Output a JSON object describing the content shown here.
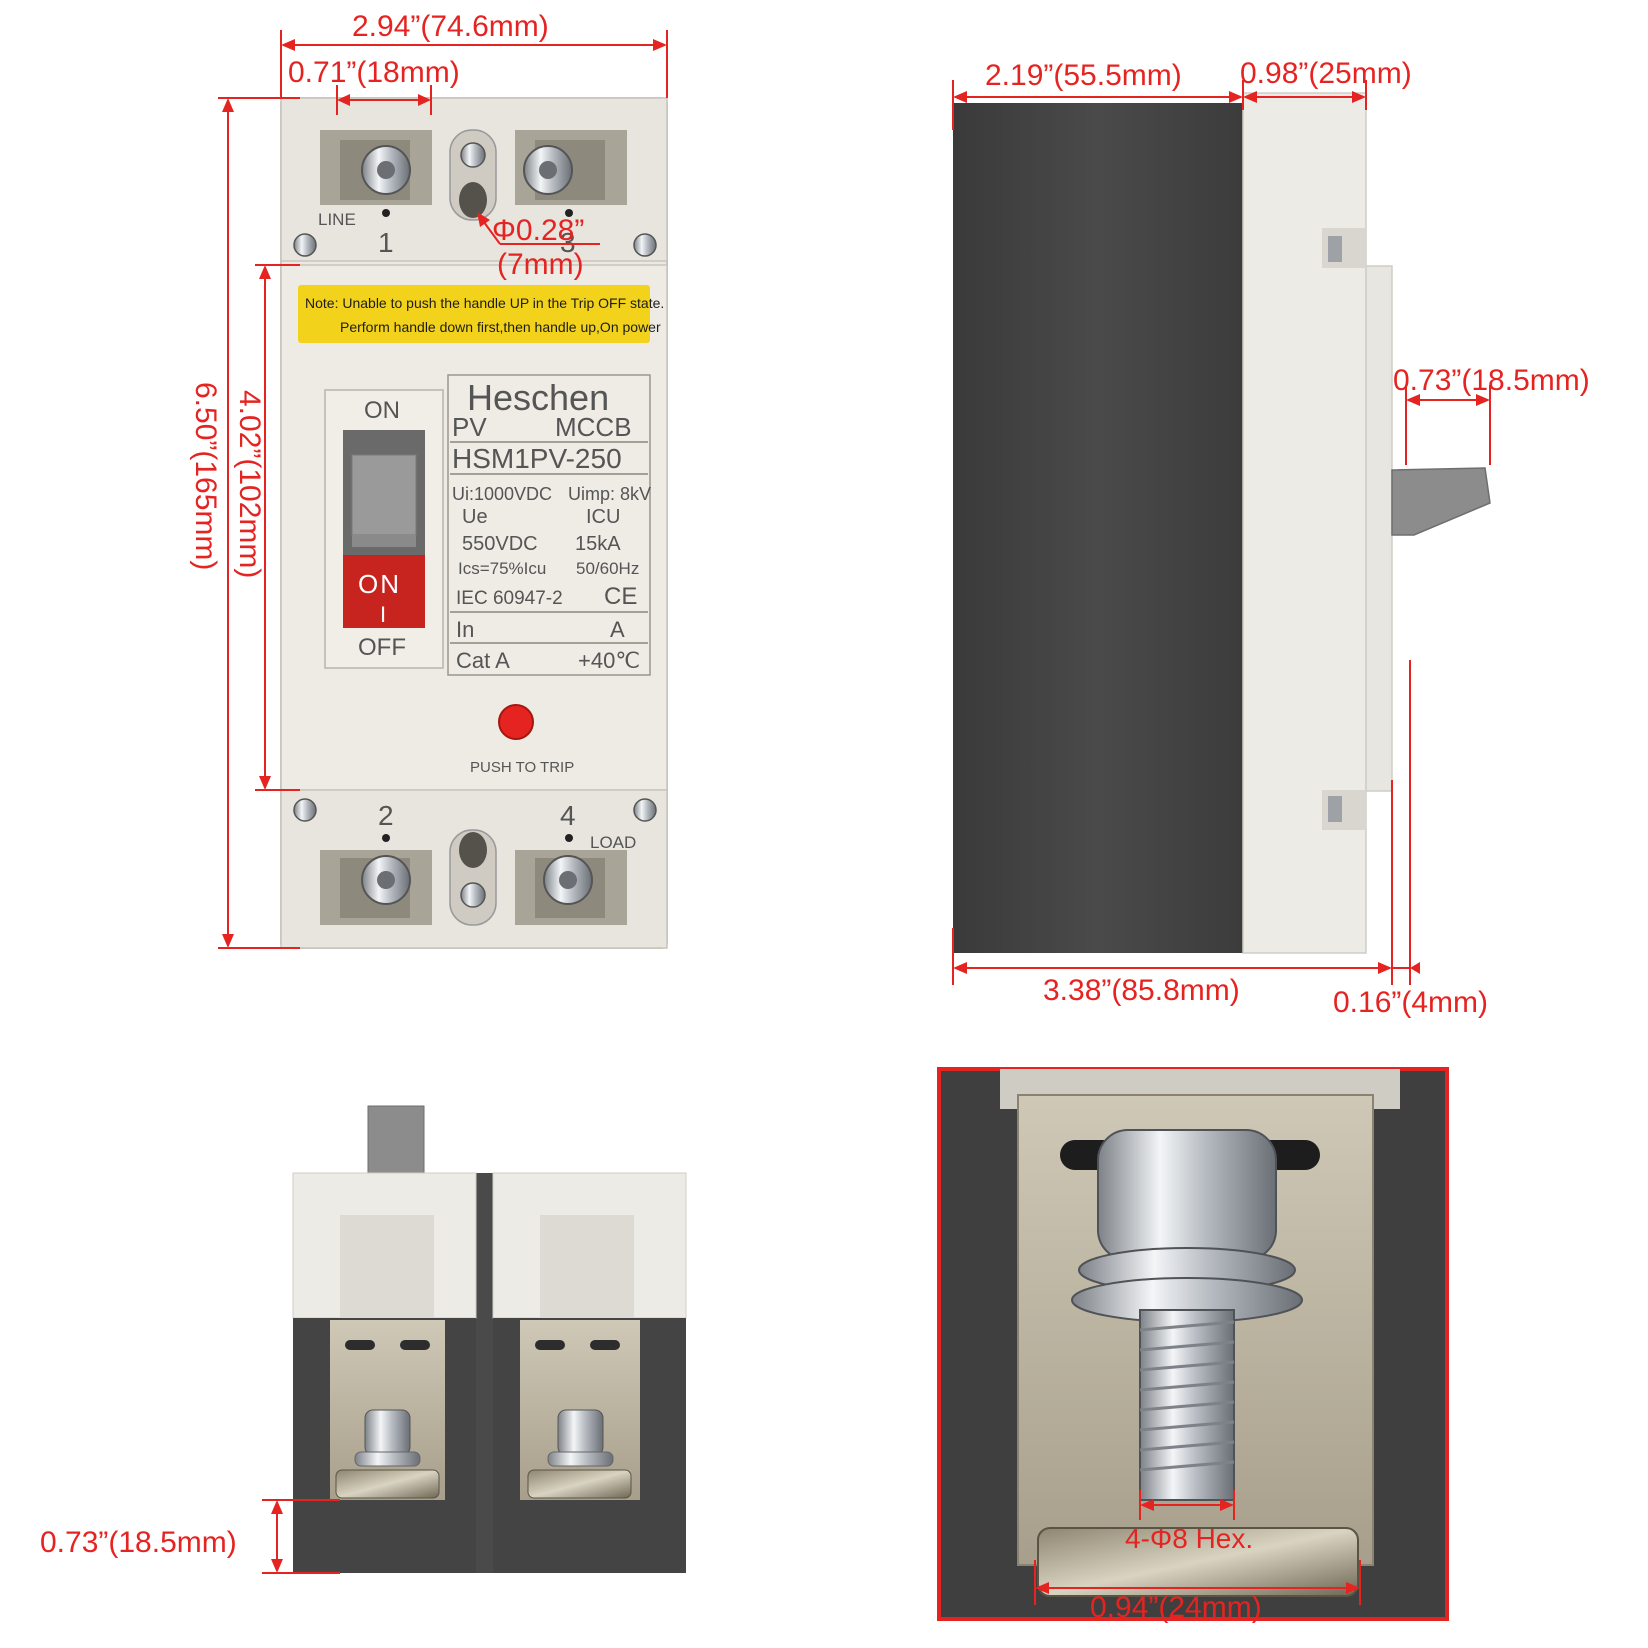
{
  "front_view": {
    "dims": {
      "overall_width": "2.94”(74.6mm)",
      "terminal_width": "0.71”(18mm)",
      "overall_height": "6.50”(165mm)",
      "cover_height": "4.02”(102mm)",
      "hole_dia": "Φ0.28”",
      "hole_dia_mm": "(7mm)"
    },
    "terminal_labels": {
      "line": "LINE",
      "t1": "1",
      "t3": "3",
      "t2": "2",
      "t4": "4",
      "load": "LOAD"
    },
    "note_line1": "Note: Unable to push the handle UP in the Trip OFF state.",
    "note_line2": "Perform handle down first,then handle up,On power",
    "handle": {
      "on_top": "ON",
      "on_red": "ON",
      "on_mark": "I",
      "off": "OFF"
    },
    "nameplate": {
      "brand": "Heschen",
      "pv": "PV",
      "mccb": "MCCB",
      "model": "HSM1PV-250",
      "ui": "Ui:1000VDC",
      "uimp": "Uimp: 8kV",
      "ue": "Ue",
      "icu": "ICU",
      "ue_val": "550VDC",
      "icu_val": "15kA",
      "ics": "Ics=75%Icu",
      "freq": "50/60Hz",
      "iec": "IEC 60947-2",
      "ce": "CE",
      "in": "In",
      "a": "A",
      "cat": "Cat A",
      "temp": "+40℃"
    },
    "push_to_trip": "PUSH TO TRIP",
    "colors": {
      "body": "#ece9e2",
      "note": "#f2d21b",
      "handle_red": "#c8241f",
      "trip_button": "#e52421"
    }
  },
  "side_view": {
    "dims": {
      "body_depth": "2.19”(55.5mm)",
      "cover_depth": "0.98”(25mm)",
      "handle_depth": "0.73”(18.5mm)",
      "total_depth": "3.38”(85.8mm)",
      "handle_offset": "0.16”(4mm)"
    },
    "colors": {
      "body": "#414141",
      "cover": "#ecebe6"
    }
  },
  "terminal_view": {
    "dims": {
      "terminal_height": "0.73”(18.5mm)"
    }
  },
  "detail_view": {
    "dims": {
      "screw": "4-Φ8 Hex.",
      "terminal_opening": "0.94”(24mm)"
    },
    "colors": {
      "frame": "#e52421"
    }
  },
  "colors": {
    "dimension": "#e52421"
  }
}
